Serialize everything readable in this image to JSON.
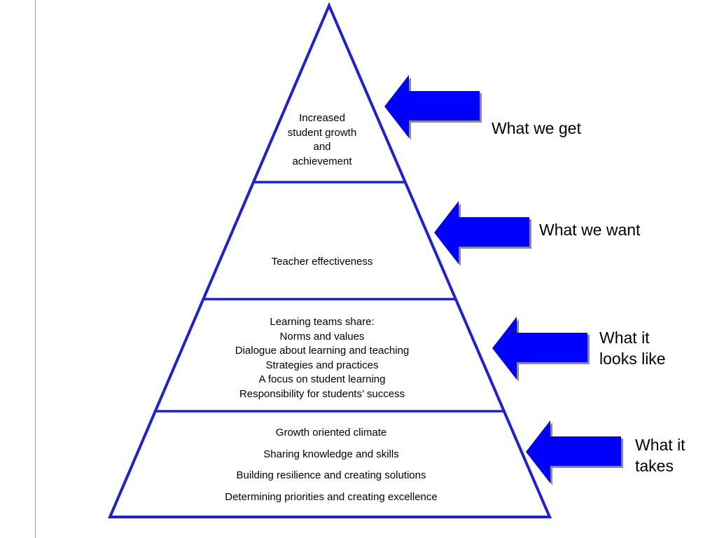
{
  "colors": {
    "pyramid_outline": "#1f1fd6",
    "arrow_fill": "#0000ff",
    "arrow_shade": "#8a8a8a"
  },
  "pyramid": {
    "tiers": [
      {
        "id": "top",
        "lines": [
          "Increased",
          "student growth",
          "and",
          "achievement"
        ]
      },
      {
        "id": "second",
        "lines": [
          "Teacher effectiveness"
        ]
      },
      {
        "id": "third",
        "lines": [
          "Learning teams share:",
          "Norms and values",
          "Dialogue about learning and teaching",
          "Strategies and practices",
          "A focus on student learning",
          "Responsibility for students’ success"
        ]
      },
      {
        "id": "base",
        "lines": [
          "Growth oriented climate",
          "Sharing knowledge and skills",
          "Building resilience and creating solutions",
          "Determining priorities and creating excellence"
        ]
      }
    ]
  },
  "arrows": [
    {
      "icon": "left-arrow-icon",
      "label_lines": [
        "What we get"
      ]
    },
    {
      "icon": "left-arrow-icon",
      "label_lines": [
        "What we want"
      ]
    },
    {
      "icon": "left-arrow-icon",
      "label_lines": [
        "What it",
        "looks like"
      ]
    },
    {
      "icon": "left-arrow-icon",
      "label_lines": [
        "What it",
        "takes"
      ]
    }
  ]
}
